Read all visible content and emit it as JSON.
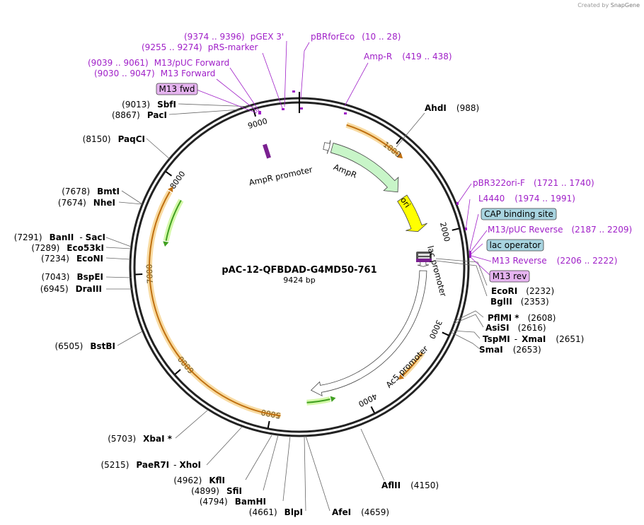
{
  "credit": {
    "prefix": "Created by",
    "brand": "SnapGene"
  },
  "map": {
    "name": "pAC-12-QFBDAD-G4MD50-761",
    "length_label": "9424 bp",
    "total_bp": 9424,
    "tick_labels": [
      "1000",
      "2000",
      "3000",
      "4000",
      "5000",
      "6000",
      "7000",
      "8000",
      "9000"
    ]
  },
  "enzymes": [
    {
      "name": "AhdI",
      "pos": "(988)"
    },
    {
      "name": "EcoRI",
      "pos": "(2232)"
    },
    {
      "name": "BglII",
      "pos": "(2353)"
    },
    {
      "name": "PflMI *",
      "pos": "(2608)"
    },
    {
      "name": "AsiSI",
      "pos": "(2616)"
    },
    {
      "name": "TspMI",
      "sep": "-",
      "name2": "XmaI",
      "pos": "(2651)"
    },
    {
      "name": "SmaI",
      "pos": "(2653)"
    },
    {
      "name": "AflII",
      "pos": "(4150)"
    },
    {
      "name": "AfeI",
      "pos": "(4659)"
    },
    {
      "name": "BlpI",
      "pos": "(4661)"
    },
    {
      "name": "BamHI",
      "pos": "(4794)"
    },
    {
      "name": "SfiI",
      "pos": "(4899)"
    },
    {
      "name": "KflI",
      "pos": "(4962)"
    },
    {
      "name": "PaeR7I",
      "sep": "-",
      "name2": "XhoI",
      "pos": "(5215)"
    },
    {
      "name": "XbaI *",
      "pos": "(5703)"
    },
    {
      "name": "BstBI",
      "pos": "(6505)"
    },
    {
      "name": "DraIII",
      "pos": "(6945)"
    },
    {
      "name": "BspEI",
      "pos": "(7043)"
    },
    {
      "name": "EcoNI",
      "pos": "(7234)"
    },
    {
      "name": "Eco53kI",
      "pos": "(7289)"
    },
    {
      "name": "BanII",
      "sep": "-",
      "name2": "SacI",
      "pos": "(7291)"
    },
    {
      "name": "NheI",
      "pos": "(7674)"
    },
    {
      "name": "BmtI",
      "pos": "(7678)"
    },
    {
      "name": "PaqCI",
      "pos": "(8150)"
    },
    {
      "name": "PacI",
      "pos": "(8867)"
    },
    {
      "name": "SbfI",
      "pos": "(9013)"
    }
  ],
  "primers": [
    {
      "name": "pGEX 3'",
      "range": "(9374 .. 9396)"
    },
    {
      "name": "pBRforEco",
      "range": "(10 .. 28)"
    },
    {
      "name": "Amp-R",
      "range": "(419 .. 438)"
    },
    {
      "name": "pRS-marker",
      "range": "(9255 .. 9274)"
    },
    {
      "name": "M13/pUC Forward",
      "range": "(9039 .. 9061)"
    },
    {
      "name": "M13 Forward",
      "range": "(9030 .. 9047)"
    },
    {
      "name": "pBR322ori-F",
      "range": "(1721 .. 1740)"
    },
    {
      "name": "L4440",
      "range": "(1974 .. 1991)"
    },
    {
      "name": "M13/pUC Reverse",
      "range": "(2187 .. 2209)"
    },
    {
      "name": "M13 Reverse",
      "range": "(2206 .. 2222)"
    }
  ],
  "boxed_features": {
    "m13_fwd": "M13 fwd",
    "cap": "CAP binding site",
    "lac_op": "lac operator",
    "m13_rev": "M13 rev"
  },
  "features": {
    "ampr_promoter": "AmpR promoter",
    "ampr": "AmpR",
    "ori": "ori",
    "lac_promoter": "lac promoter",
    "ac5_promoter": "Ac5 promoter"
  },
  "colors": {
    "ampr_arrow": "#c8f5c8",
    "ori_arrow": "#ffff00",
    "orf_orange": "#f0b030",
    "orf_green": "#40a020",
    "primer": "#a020c8",
    "cap_box": "#a8d4e0",
    "m13_box": "#e6b4f0"
  }
}
